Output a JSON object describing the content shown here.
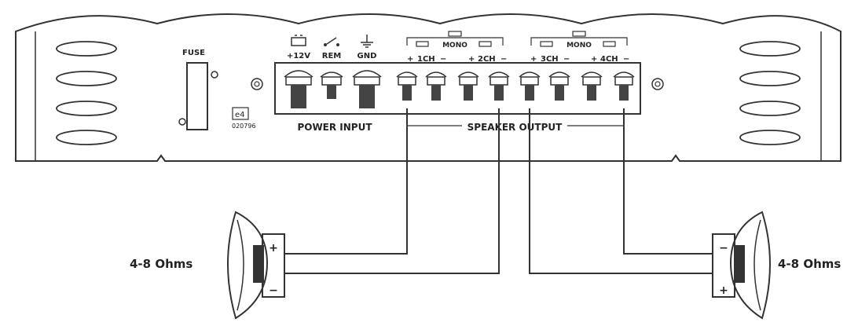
{
  "fuse": {
    "label": "FUSE"
  },
  "cert": {
    "mark": "e4",
    "code": "020796"
  },
  "power": {
    "terminals": [
      "+12V",
      "REM",
      "GND"
    ],
    "label": "POWER INPUT"
  },
  "speaker": {
    "channels": [
      {
        "plus": "+",
        "name": "1CH",
        "minus": "−"
      },
      {
        "plus": "+",
        "name": "2CH",
        "minus": "−"
      },
      {
        "plus": "+",
        "name": "3CH",
        "minus": "−"
      },
      {
        "plus": "+",
        "name": "4CH",
        "minus": "−"
      }
    ],
    "bridge_labels": [
      "MONO",
      "MONO"
    ],
    "label": "SPEAKER OUTPUT"
  },
  "speakers": {
    "left": {
      "impedance": "4-8 Ohms",
      "top_sign": "+",
      "bottom_sign": "−"
    },
    "right": {
      "impedance": "4-8 Ohms",
      "top_sign": "−",
      "bottom_sign": "+"
    }
  }
}
